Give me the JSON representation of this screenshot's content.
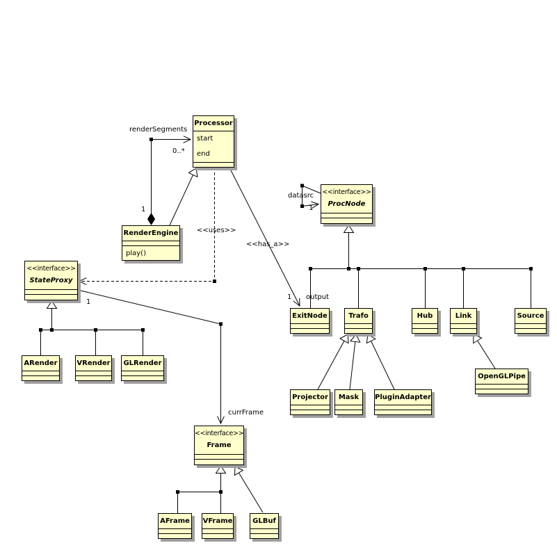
{
  "diagram": {
    "type": "uml-class-diagram",
    "background": "#ffffff",
    "node_fill": "#ffffcc",
    "node_border": "#000000",
    "shadow_color": "#a0a0a0",
    "classes": {
      "processor": {
        "name": "Processor",
        "attributes": [
          "start",
          "end"
        ],
        "operations": []
      },
      "render_engine": {
        "name": "RenderEngine",
        "attributes": [],
        "operations": [
          "play()"
        ]
      },
      "state_proxy": {
        "stereotype": "<<interface>>",
        "name": "StateProxy"
      },
      "arender": {
        "name": "ARender"
      },
      "vrender": {
        "name": "VRender"
      },
      "glrender": {
        "name": "GLRender"
      },
      "proc_node": {
        "stereotype": "<<interface>>",
        "name": "ProcNode"
      },
      "exit_node": {
        "name": "ExitNode"
      },
      "trafo": {
        "name": "Trafo"
      },
      "hub": {
        "name": "Hub"
      },
      "link": {
        "name": "Link"
      },
      "source": {
        "name": "Source"
      },
      "projector": {
        "name": "Projector"
      },
      "mask": {
        "name": "Mask"
      },
      "plugin_adapter": {
        "name": "PluginAdapter"
      },
      "opengl_pipe": {
        "name": "OpenGLPipe"
      },
      "frame": {
        "stereotype": "<<interface>>",
        "name": "Frame"
      },
      "aframe": {
        "name": "AFrame"
      },
      "vframe": {
        "name": "VFrame"
      },
      "glbuf": {
        "name": "GLBuf"
      }
    },
    "edge_labels": {
      "render_segments": "renderSegments",
      "render_segments_target_mult": "0..*",
      "render_segments_source_mult": "1",
      "uses": "<<uses>>",
      "has_a": "<<has_a>>",
      "has_a_mult": "1",
      "has_a_role": "output",
      "datasrc": "datasrc",
      "datasrc_mult": "1",
      "curr_frame": "currFrame",
      "curr_frame_mult": "1"
    }
  }
}
